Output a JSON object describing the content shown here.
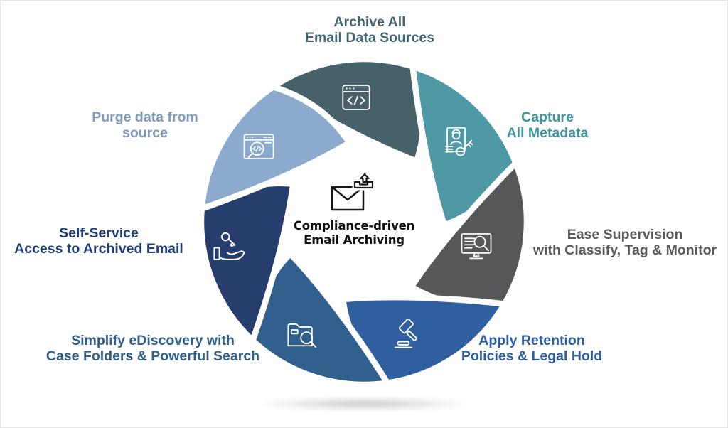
{
  "title": {
    "line1": "Compliance-driven",
    "line2": "Email Archiving"
  },
  "center_icon": "email-upload-archive-icon",
  "segments": [
    {
      "id": "archive-sources",
      "label_line1": "Archive All",
      "label_line2": "Email Data Sources",
      "color": "#47616b",
      "label_color": "#44656f",
      "icon": "code-window-icon"
    },
    {
      "id": "capture-metadata",
      "label_line1": "Capture",
      "label_line2": "All Metadata",
      "color": "#4e99a5",
      "label_color": "#3f93a0",
      "icon": "id-card-key-icon"
    },
    {
      "id": "ease-supervision",
      "label_line1": "Ease Supervision",
      "label_line2": "with Classify, Tag & Monitor",
      "color": "#565758",
      "label_color": "#58595b",
      "icon": "monitor-inspect-icon"
    },
    {
      "id": "apply-retention",
      "label_line1": "Apply Retention",
      "label_line2": "Policies & Legal Hold",
      "color": "#305fa0",
      "label_color": "#2b5ea6",
      "icon": "gavel-icon"
    },
    {
      "id": "simplify-ediscovery",
      "label_line1": "Simplify eDiscovery with",
      "label_line2": "Case Folders & Powerful Search",
      "color": "#31608e",
      "label_color": "#2e5f8d",
      "icon": "folder-search-icon"
    },
    {
      "id": "self-service-access",
      "label_line1": "Self-Service",
      "label_line2": "Access to Archived Email",
      "color": "#263d6d",
      "label_color": "#1f3d78",
      "icon": "hand-key-icon"
    },
    {
      "id": "purge-data",
      "label_line1": "Purge data from",
      "label_line2": "source",
      "color": "#8caacd",
      "label_color": "#7e99c0",
      "icon": "browser-code-search-icon"
    }
  ]
}
